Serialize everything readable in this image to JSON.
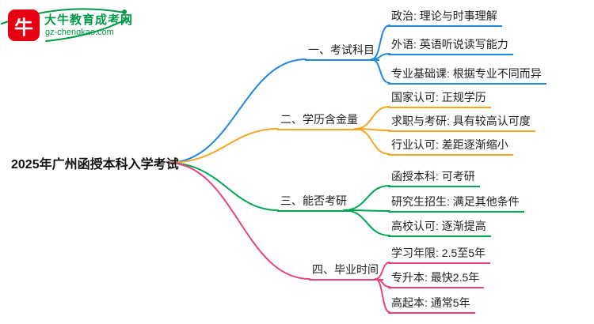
{
  "site": {
    "name": "大牛教育成考网",
    "domain": "gz-chengkao.com",
    "logo_glyph": "牛"
  },
  "colors": {
    "blue": "#1e88e5",
    "orange": "#f5a623",
    "green": "#00a651",
    "pink": "#e8437e",
    "brand_green": "#009944",
    "logo_red": "#e60012"
  },
  "mindmap": {
    "root": "2025年广州函授本科入学考试",
    "branches": [
      {
        "label": "一、考试科目",
        "color": "#1e88e5",
        "children": [
          "政治: 理论与时事理解",
          "外语: 英语听说读写能力",
          "专业基础课: 根据专业不同而异"
        ]
      },
      {
        "label": "二、学历含金量",
        "color": "#f5a623",
        "children": [
          "国家认可: 正规学历",
          "求职与考研: 具有较高认可度",
          "行业认可: 差距逐渐缩小"
        ]
      },
      {
        "label": "三、能否考研",
        "color": "#00a651",
        "children": [
          "函授本科: 可考研",
          "研究生招生: 满足其他条件",
          "高校认可: 逐渐提高"
        ]
      },
      {
        "label": "四、毕业时间",
        "color": "#e8437e",
        "children": [
          "学习年限: 2.5至5年",
          "专升本: 最快2.5年",
          "高起本: 通常5年"
        ]
      }
    ]
  }
}
